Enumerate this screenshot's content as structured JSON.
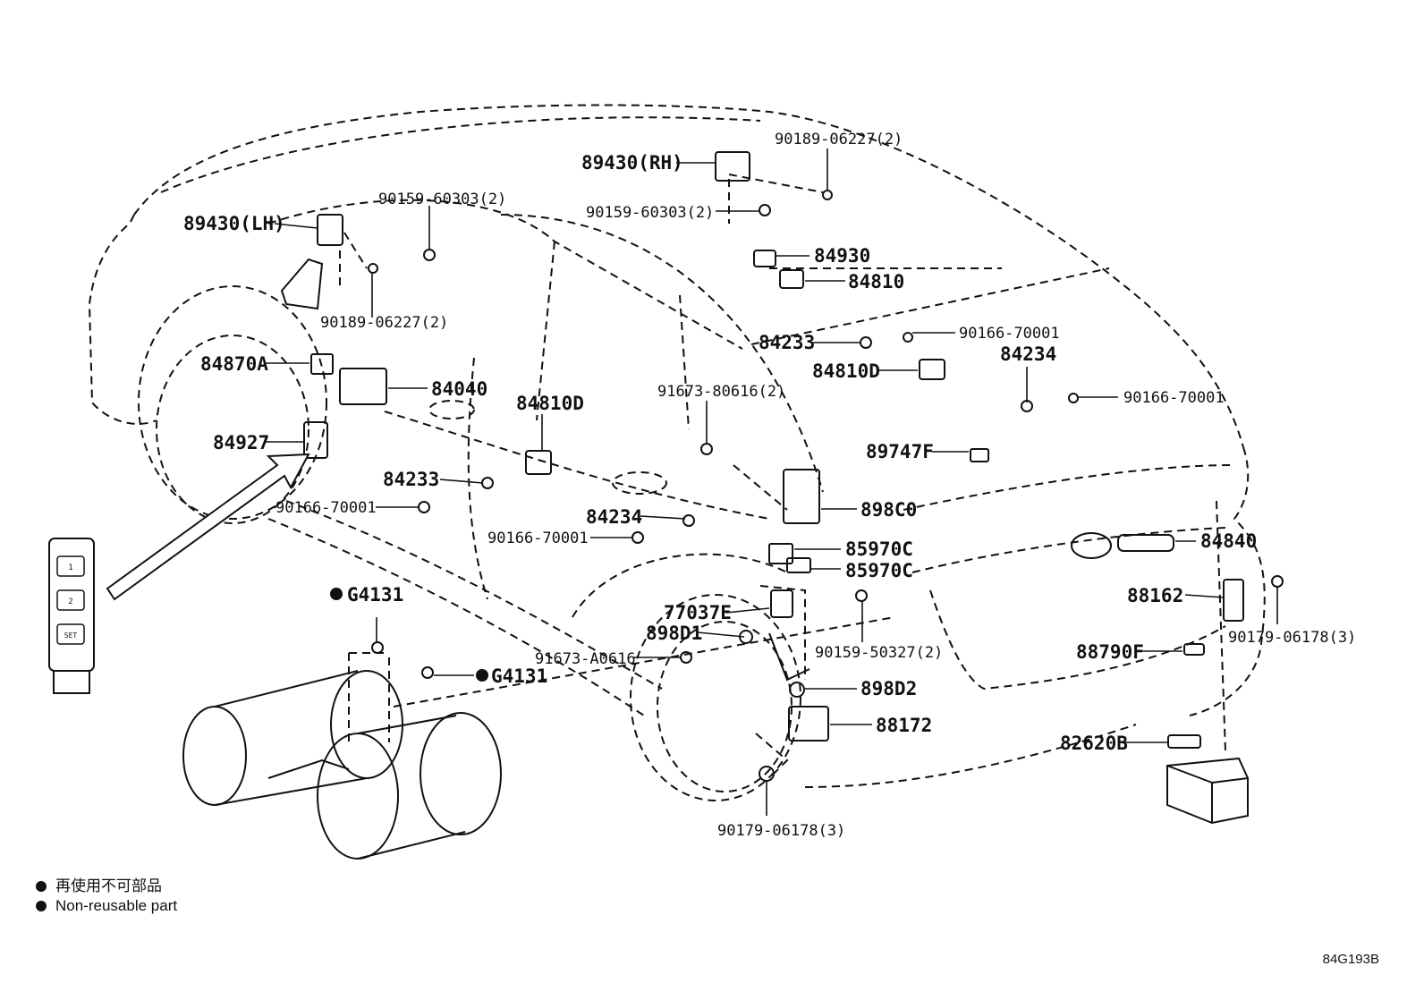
{
  "labels": {
    "p89430rh": "89430(RH)",
    "p89430lh": "89430(LH)",
    "p90189a": "90189-06227(2)",
    "p90159a": "90159-60303(2)",
    "p90159b": "90159-60303(2)",
    "p90189b": "90189-06227(2)",
    "p84930": "84930",
    "p84810": "84810",
    "p84233a": "84233",
    "p90166a": "90166-70001",
    "p84810da": "84810D",
    "p84234a": "84234",
    "p90166b": "90166-70001",
    "p84870a": "84870A",
    "p84040": "84040",
    "p84810db": "84810D",
    "p91673a": "91673-80616(2)",
    "p84927": "84927",
    "p89747f": "89747F",
    "p84233b": "84233",
    "p898c0": "898C0",
    "p90166c": "90166-70001",
    "p84234b": "84234",
    "p90166d": "90166-70001",
    "p85970ca": "85970C",
    "p85970cb": "85970C",
    "p84840": "84840",
    "g4131a": "G4131",
    "g4131b": "G4131",
    "p77037e": "77037E",
    "p88162": "88162",
    "p898d1": "898D1",
    "p90159c": "90159-50327(2)",
    "p90179a": "90179-06178(3)",
    "p91673b": "91673-A0616",
    "p88790f": "88790F",
    "p898d2": "898D2",
    "p88172": "88172",
    "p82620b": "82620B",
    "p90179b": "90179-06178(3)"
  },
  "switch_buttons": [
    "1",
    "2",
    "SET"
  ],
  "legend": {
    "line1": "再使用不可部品",
    "line2": "Non-reusable part"
  },
  "diagram_code": "84G193B"
}
